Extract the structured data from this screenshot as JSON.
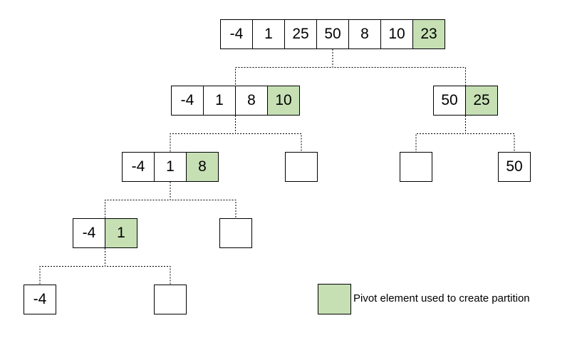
{
  "colors": {
    "pivot": "#c6e0b4",
    "border": "#000000",
    "connector": "#000000"
  },
  "nodes": [
    {
      "id": "root",
      "cells": [
        "-4",
        "1",
        "25",
        "50",
        "8",
        "10",
        "23"
      ],
      "pivot_index": 6
    },
    {
      "id": "l1-left",
      "cells": [
        "-4",
        "1",
        "8",
        "10"
      ],
      "pivot_index": 3
    },
    {
      "id": "l1-right",
      "cells": [
        "50",
        "25"
      ],
      "pivot_index": 1
    },
    {
      "id": "l2-a",
      "cells": [
        "-4",
        "1",
        "8"
      ],
      "pivot_index": 2
    },
    {
      "id": "l2-b",
      "cells": [
        ""
      ],
      "pivot_index": null
    },
    {
      "id": "l2-c",
      "cells": [
        ""
      ],
      "pivot_index": null
    },
    {
      "id": "l2-d",
      "cells": [
        "50"
      ],
      "pivot_index": null
    },
    {
      "id": "l3-a",
      "cells": [
        "-4",
        "1"
      ],
      "pivot_index": 1
    },
    {
      "id": "l3-b",
      "cells": [
        ""
      ],
      "pivot_index": null
    },
    {
      "id": "l4-a",
      "cells": [
        "-4"
      ],
      "pivot_index": null
    },
    {
      "id": "l4-b",
      "cells": [
        ""
      ],
      "pivot_index": null
    }
  ],
  "edges": [
    [
      "root",
      "l1-left"
    ],
    [
      "root",
      "l1-right"
    ],
    [
      "l1-left",
      "l2-a"
    ],
    [
      "l1-left",
      "l2-b"
    ],
    [
      "l1-right",
      "l2-c"
    ],
    [
      "l1-right",
      "l2-d"
    ],
    [
      "l2-a",
      "l3-a"
    ],
    [
      "l2-a",
      "l3-b"
    ],
    [
      "l3-a",
      "l4-a"
    ],
    [
      "l3-a",
      "l4-b"
    ]
  ],
  "legend": {
    "label": "Pivot element used to create partition"
  }
}
